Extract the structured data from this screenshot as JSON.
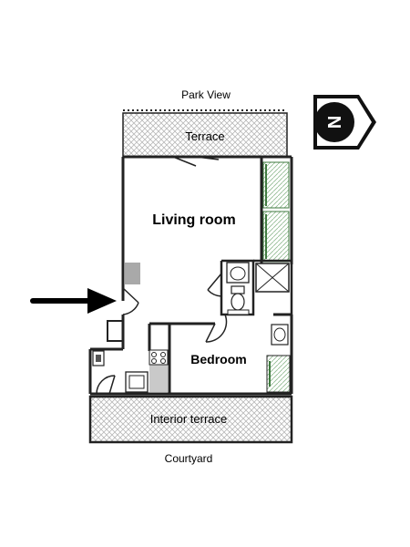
{
  "plan": {
    "top_label": "Park View",
    "bottom_label": "Courtyard",
    "rooms": {
      "terrace": "Terrace",
      "living_room": "Living room",
      "bedroom": "Bedroom",
      "interior_terrace": "Interior terrace"
    },
    "compass_letter": "N",
    "colors": {
      "wall": "#222222",
      "terrace_hatch": "#b8b8b8",
      "window_green": "#3f7a3f",
      "column_gray": "#a9a9a9",
      "kitchen_gray": "#c9c9c9"
    }
  }
}
